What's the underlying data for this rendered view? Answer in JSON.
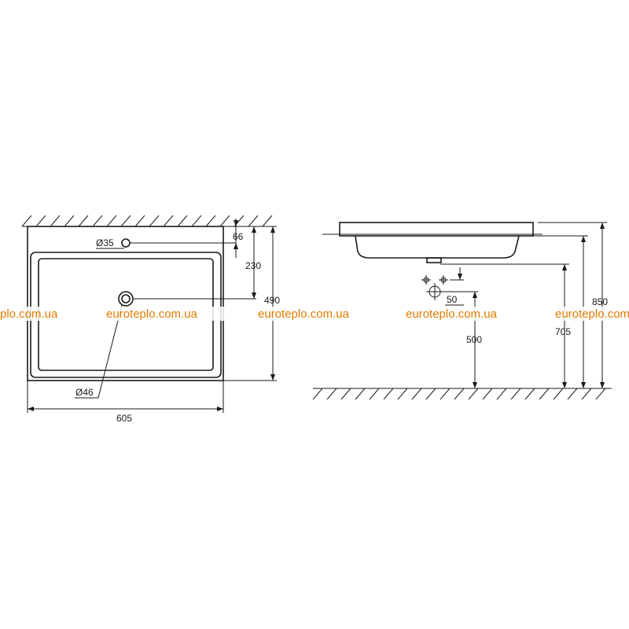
{
  "watermark": {
    "text": "euroteplo.com.ua",
    "text_left_cut": "plo.com.ua",
    "color": "#e07b00"
  },
  "top_view": {
    "tap_hole_label": "Ø35",
    "drain_label": "Ø46",
    "dim_66": "66",
    "dim_230": "230",
    "dim_490": "490",
    "dim_605": "605"
  },
  "side_view": {
    "dim_50": "50",
    "dim_500": "500",
    "dim_705": "705",
    "dim_850": "850"
  },
  "colors": {
    "line": "#1a1a1a",
    "background": "#ffffff"
  }
}
